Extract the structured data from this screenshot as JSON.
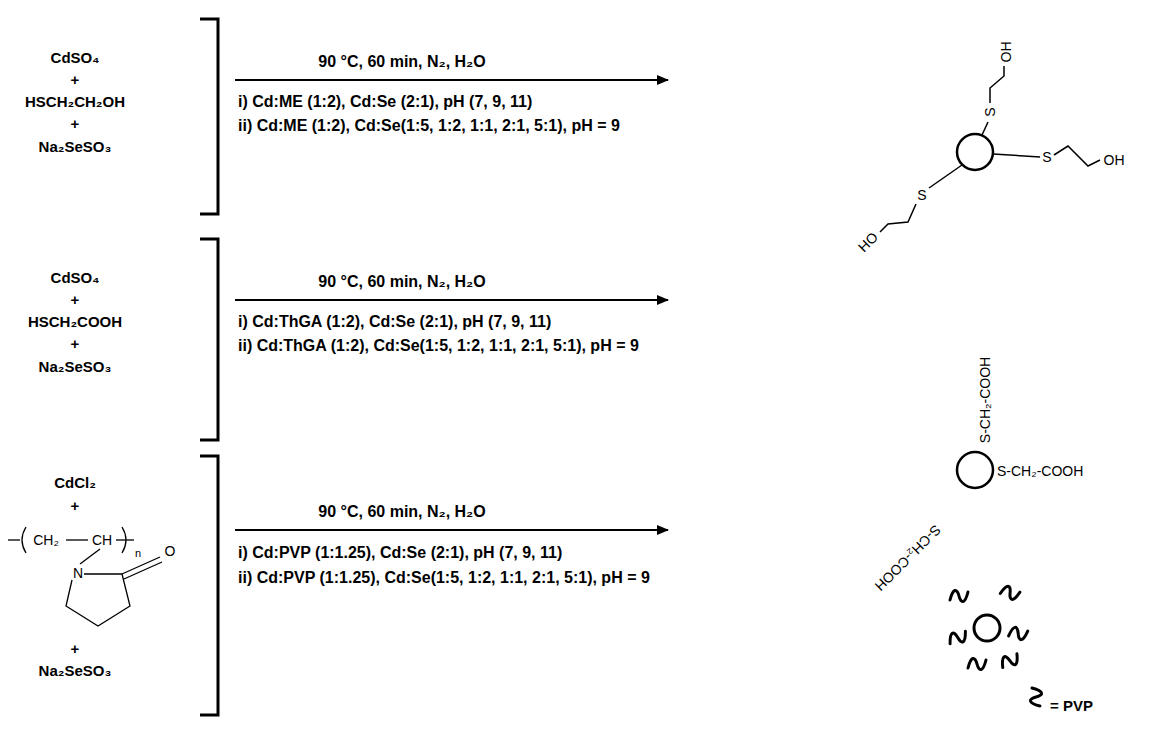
{
  "diagram": {
    "labels": [
      "CdSO₄",
      "+",
      "HSCH₂CH₂OH",
      "+",
      "Na₂SeSO₃",
      "90 °C, 60 min, N₂, H₂O",
      "i) Cd:ME (1:2), Cd:Se (2:1), pH (7, 9, 11)",
      "ii) Cd:ME (1:2), Cd:Se(1:5, 1:2, 1:1, 2:1, 5:1), pH = 9",
      "OH",
      "S",
      "S",
      "OH",
      "S",
      "HO",
      "CdSO₄",
      "+",
      "HSCH₂COOH",
      "+",
      "Na₂SeSO₃",
      "90 °C, 60 min, N₂, H₂O",
      "i) Cd:ThGA (1:2), Cd:Se (2:1), pH (7, 9, 11)",
      "ii) Cd:ThGA (1:2), Cd:Se(1:5, 1:2, 1:1, 2:1, 5:1), pH = 9",
      "S-CH₂-COOH",
      "S-CH₂-COOH",
      "S-CH₂-COOH",
      "CdCl₂",
      "+",
      "CH₂",
      "CH",
      "n",
      "N",
      "O",
      "+",
      "Na₂SeSO₃",
      "90 °C, 60 min, N₂, H₂O",
      "i) Cd:PVP (1:1.25), Cd:Se (2:1), pH (7, 9, 11)",
      "ii) Cd:PVP (1:1.25), Cd:Se(1:5, 1:2, 1:1, 2:1, 5:1), pH = 9"
    ],
    "legend": [
      {
        "text": "= PVP"
      }
    ]
  }
}
